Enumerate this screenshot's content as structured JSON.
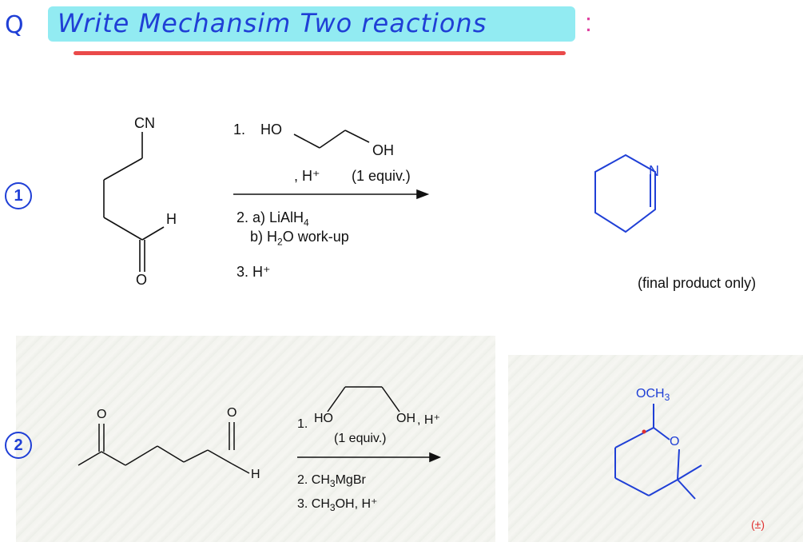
{
  "header": {
    "q_mark": "Q",
    "title": "Write Mechansim Two reactions",
    "colon": ":"
  },
  "reaction1": {
    "number": "1",
    "substrate_labels": {
      "cn": "CN",
      "h": "H",
      "o": "O"
    },
    "reagents": {
      "step1_prefix": "1.",
      "step1_ho": "HO",
      "step1_oh": "OH",
      "step1_conditions": ", H⁺",
      "step1_equiv": "(1 equiv.)",
      "step2a": "2. a) LiAlH",
      "step2a_sub": "4",
      "step2b_pre": "b) H",
      "step2b_sub": "2",
      "step2b_post": "O work-up",
      "step3": "3. H⁺"
    },
    "product_atom": "N",
    "product_note": "(final product only)"
  },
  "reaction2": {
    "number": "2",
    "substrate_labels": {
      "o_left": "O",
      "o_right": "O",
      "h": "H"
    },
    "reagents": {
      "step1_prefix": "1.",
      "step1_ho": "HO",
      "step1_oh": "OH",
      "step1_conditions": ", H⁺",
      "step1_equiv": "(1 equiv.)",
      "step2_pre": "2. CH",
      "step2_sub": "3",
      "step2_post": "MgBr",
      "step3_pre": "3. CH",
      "step3_sub": "3",
      "step3_post": "OH, H⁺"
    },
    "product_substituent_pre": "OCH",
    "product_substituent_sub": "3",
    "product_ring_o": "O",
    "product_stereo": "(±)"
  },
  "colors": {
    "handwriting": "#1f3fd6",
    "highlight": "#7fe8f0",
    "underline": "#ea4a4a",
    "product_structure": "#1f3fd6"
  }
}
